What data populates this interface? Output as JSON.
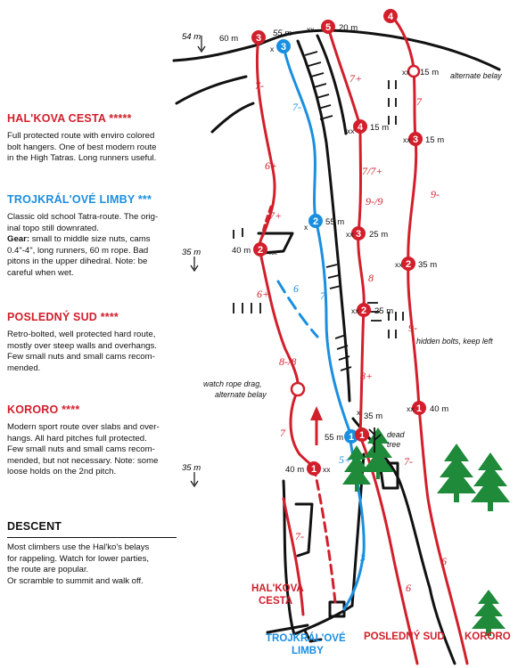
{
  "sections": [
    {
      "title": "HAL'KOVA CESTA *****",
      "color": "#d21f2b",
      "body": "Full protected route with enviro colored\nbolt hangers. One of best modern route\nin the High Tatras. Long runners useful."
    },
    {
      "title": "TROJKRÁL'OVÉ LIMBY ***",
      "color": "#1a8fe0",
      "body": "Classic old school Tatra-route. The orig-\ninal topo still downrated.",
      "gear_label": "Gear:",
      "gear": " small to middle size nuts, cams\n0.4\"-4\", long runners, 60 m rope. Bad\npitons in the upper dihedral. Note: be\ncareful when wet."
    },
    {
      "title": "POSLEDNÝ SUD ****",
      "color": "#d21f2b",
      "body": "Retro-bolted, well protected hard route,\nmostly over steep walls and overhangs.\nFew small nuts and small cams recom-\nmended."
    },
    {
      "title": "KORORO ****",
      "color": "#d21f2b",
      "body": "Modern sport route over slabs and over-\nhangs. All hard pitches full protected.\nFew small nuts and small cams recom-\nmended, but not necessary. Note: some\nloose holds on the 2nd pitch."
    },
    {
      "title": "DESCENT",
      "color": "#111111",
      "body": "Most climbers use the Hal'ko's belays\nfor rappeling. Watch for lower parties,\nthe route are popular.\nOr scramble to summit and walk off."
    }
  ],
  "route_names": {
    "halkova_1": "HAL'KOVA",
    "halkova_2": "CESTA",
    "trojkral_1": "TROJKRÁL'OVÉ",
    "trojkral_2": "LIMBY",
    "posledny": "POSLEDNÝ SUD",
    "kororo": "KORORO"
  },
  "notes": {
    "alternate_belay_top": "alternate belay",
    "hidden_bolts": "hidden bolts, keep left",
    "watch_rope_1": "watch rope drag,",
    "watch_rope_2": "alternate belay",
    "dead_tree_1": "dead",
    "dead_tree_2": "tree"
  },
  "scale_labels": {
    "s54": "54 m",
    "s35a": "35 m",
    "s35b": "35 m"
  },
  "belays": [
    {
      "id": "h1",
      "num": "1",
      "color": "#d21f2b"
    },
    {
      "id": "h2",
      "num": "2",
      "color": "#d21f2b"
    },
    {
      "id": "h3",
      "num": "3",
      "color": "#d21f2b"
    },
    {
      "id": "t1",
      "num": "1",
      "color": "#1a8fe0"
    },
    {
      "id": "t2",
      "num": "2",
      "color": "#1a8fe0"
    },
    {
      "id": "t3",
      "num": "3",
      "color": "#1a8fe0"
    },
    {
      "id": "p1",
      "num": "1",
      "color": "#d21f2b"
    },
    {
      "id": "p2",
      "num": "2",
      "color": "#d21f2b"
    },
    {
      "id": "p3",
      "num": "3",
      "color": "#d21f2b"
    },
    {
      "id": "p4",
      "num": "4",
      "color": "#d21f2b"
    },
    {
      "id": "p5",
      "num": "5",
      "color": "#d21f2b"
    },
    {
      "id": "k1",
      "num": "1",
      "color": "#d21f2b"
    },
    {
      "id": "k2",
      "num": "2",
      "color": "#d21f2b"
    },
    {
      "id": "k3",
      "num": "3",
      "color": "#d21f2b"
    },
    {
      "id": "k4",
      "num": "4",
      "color": "#d21f2b"
    }
  ],
  "distances": {
    "d60": "60 m",
    "d55a": "55 m",
    "d20": "20 m",
    "d15a": "15 m",
    "d15b": "15 m",
    "d15c": "15 m",
    "d55b": "55 m",
    "d25a": "25 m",
    "d40a": "40 m",
    "d35a": "35 m",
    "d25b": "25 m",
    "d35b": "35 m",
    "d40b": "40 m",
    "d55c": "55 m",
    "d40c": "40 m"
  },
  "grades": {
    "g1": "7-",
    "g2": "7-",
    "g3": "7+",
    "g4": "6+",
    "g5": "7+",
    "g6": "7",
    "g7": "7/7+",
    "g8": "9-/9",
    "g9": "9-",
    "g10": "6+",
    "g11": "6",
    "g12": "7",
    "g13": "8",
    "g14": "9-",
    "g15": "8-/8",
    "g16": "8+",
    "g17": "7",
    "g18": "5+",
    "g19": "7-",
    "g20": "7-",
    "g21": "3",
    "g22": "6",
    "g23": "6"
  },
  "bolt_marks": {
    "xx": "xx",
    "x": "x"
  },
  "colors": {
    "red": "#d21f2b",
    "blue": "#1a8fe0",
    "green": "#1e8a3a",
    "black": "#111111"
  }
}
